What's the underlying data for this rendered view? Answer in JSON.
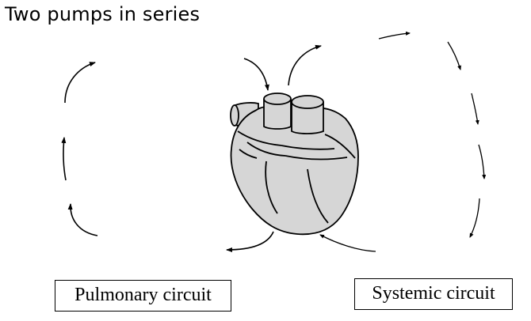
{
  "title": "Two pumps in series",
  "labels": {
    "pulmonary": "Pulmonary circuit",
    "systemic": "Systemic circuit"
  },
  "colors": {
    "heart_fill": "#d6d6d6",
    "stroke": "#000000",
    "background": "#ffffff"
  }
}
